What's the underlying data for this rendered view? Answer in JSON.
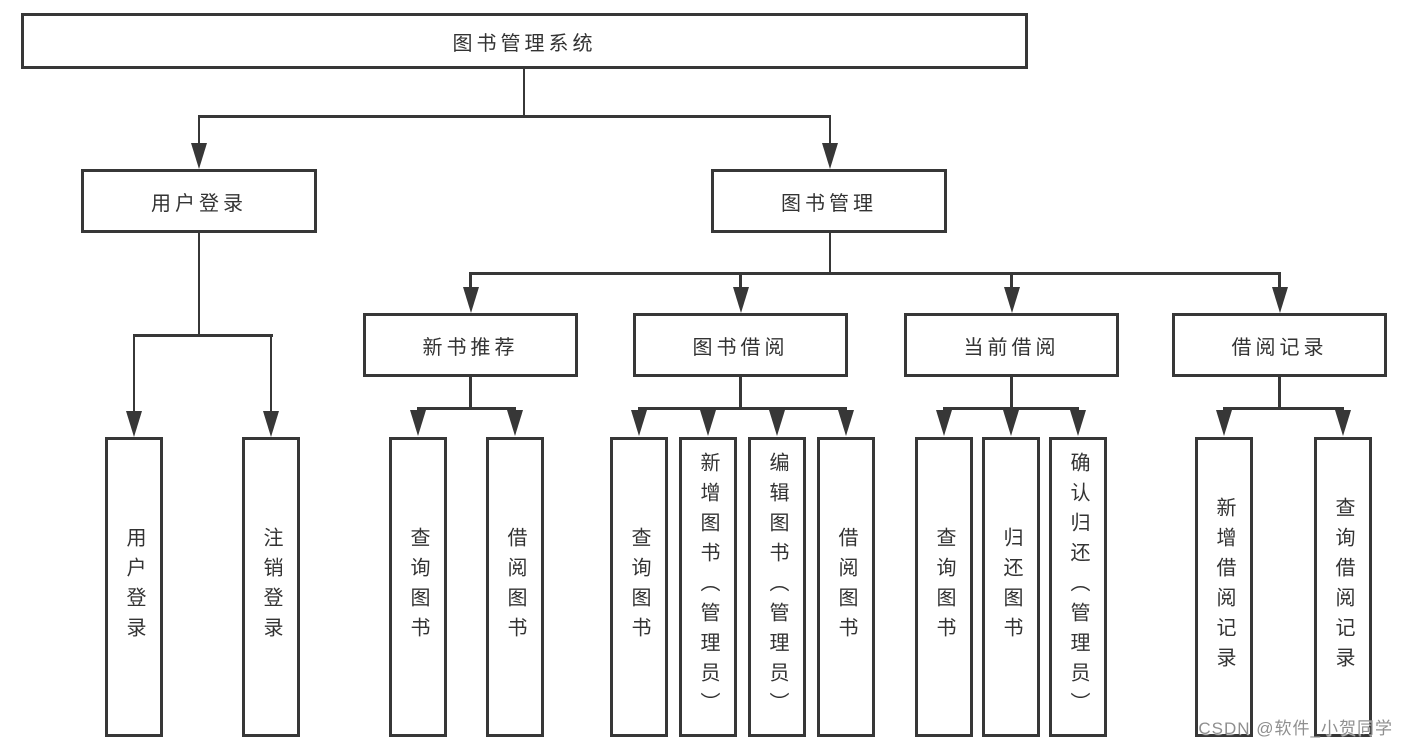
{
  "tree": {
    "root": "图书管理系统",
    "branches": [
      {
        "label": "用户登录",
        "children": [
          "用户登录",
          "注销登录"
        ]
      },
      {
        "label": "图书管理",
        "groups": [
          {
            "label": "新书推荐",
            "children": [
              "查询图书",
              "借阅图书"
            ]
          },
          {
            "label": "图书借阅",
            "children": [
              "查询图书",
              "新增图书（管理员）",
              "编辑图书（管理员）",
              "借阅图书"
            ]
          },
          {
            "label": "当前借阅",
            "children": [
              "查询图书",
              "归还图书",
              "确认归还（管理员）"
            ]
          },
          {
            "label": "借阅记录",
            "children": [
              "新增借阅记录",
              "查询借阅记录"
            ]
          }
        ]
      }
    ]
  },
  "watermark": {
    "text": "CSDN @软件_小贺同学"
  },
  "colors": {
    "line": "#373737",
    "text": "#333333",
    "background": "#ffffff",
    "watermark": "#8f8f8f"
  }
}
